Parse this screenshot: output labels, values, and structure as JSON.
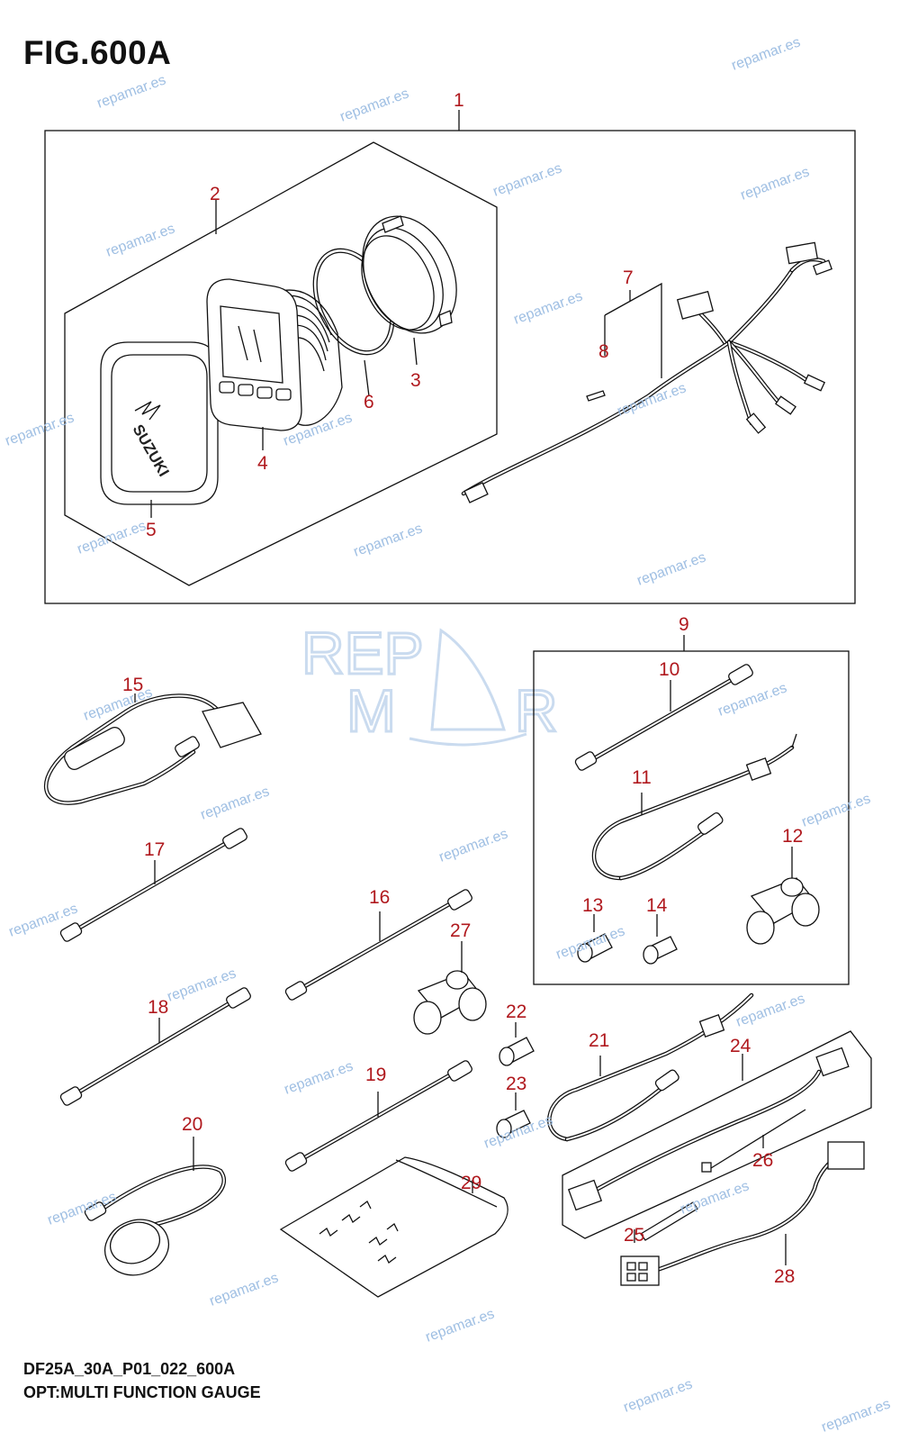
{
  "header": {
    "figure_title": "FIG.600A"
  },
  "footer": {
    "model_code": "DF25A_30A_P01_022_600A",
    "section_title": "OPT:MULTI FUNCTION GAUGE"
  },
  "watermark": {
    "text": "repamar.es",
    "logo_text": [
      "REP",
      "M",
      "R"
    ],
    "color": "#9fbfe3"
  },
  "callouts": [
    "1",
    "2",
    "3",
    "4",
    "5",
    "6",
    "7",
    "8",
    "9",
    "10",
    "11",
    "12",
    "13",
    "14",
    "15",
    "16",
    "17",
    "18",
    "19",
    "20",
    "21",
    "22",
    "23",
    "24",
    "25",
    "26",
    "27",
    "28",
    "29"
  ],
  "gauge_logo_text": "SUZUKI",
  "colors": {
    "callout": "#b0191e",
    "line": "#111111",
    "watermark": "#9fbfe3"
  }
}
